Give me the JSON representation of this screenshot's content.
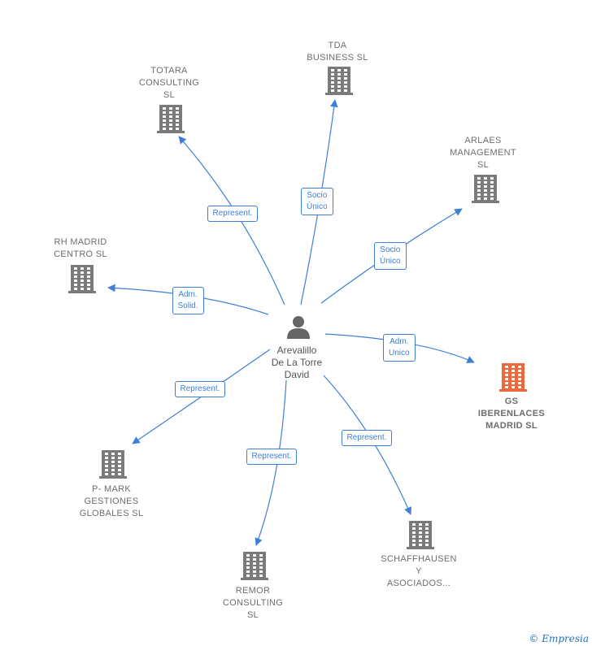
{
  "center": {
    "name": "Arevalillo\nDe La Torre\nDavid",
    "icon": "person-icon"
  },
  "colors": {
    "edge": "#3f7fd6",
    "building": "#7a7a7a",
    "highlight": "#f0673a"
  },
  "nodes": [
    {
      "id": "tda",
      "label": "TDA\nBUSINESS  SL",
      "icon": "building-icon"
    },
    {
      "id": "totara",
      "label": "TOTARA\nCONSULTING\nSL",
      "icon": "building-icon"
    },
    {
      "id": "arlaes",
      "label": "ARLAES\nMANAGEMENT\nSL",
      "icon": "building-icon"
    },
    {
      "id": "rh",
      "label": "RH MADRID\nCENTRO  SL",
      "icon": "building-icon"
    },
    {
      "id": "gs",
      "label": "GS\nIBERENLACES\nMADRID  SL",
      "icon": "building-icon",
      "highlight": true
    },
    {
      "id": "pmark",
      "label": "P- MARK\nGESTIONES\nGLOBALES  SL",
      "icon": "building-icon"
    },
    {
      "id": "remor",
      "label": "REMOR\nCONSULTING\nSL",
      "icon": "building-icon"
    },
    {
      "id": "schaff",
      "label": "SCHAFFHAUSEN\nY\nASOCIADOS...",
      "icon": "building-icon"
    }
  ],
  "edges": [
    {
      "to": "tda",
      "label": "Socio\nÚnico"
    },
    {
      "to": "totara",
      "label": "Represent."
    },
    {
      "to": "arlaes",
      "label": "Socio\nÚnico"
    },
    {
      "to": "rh",
      "label": "Adm.\nSolid."
    },
    {
      "to": "gs",
      "label": "Adm.\nUnico"
    },
    {
      "to": "pmark",
      "label": "Represent."
    },
    {
      "to": "remor",
      "label": "Represent."
    },
    {
      "to": "schaff",
      "label": "Represent."
    }
  ],
  "footer": {
    "symbol": "©",
    "brand": "Empresia"
  }
}
